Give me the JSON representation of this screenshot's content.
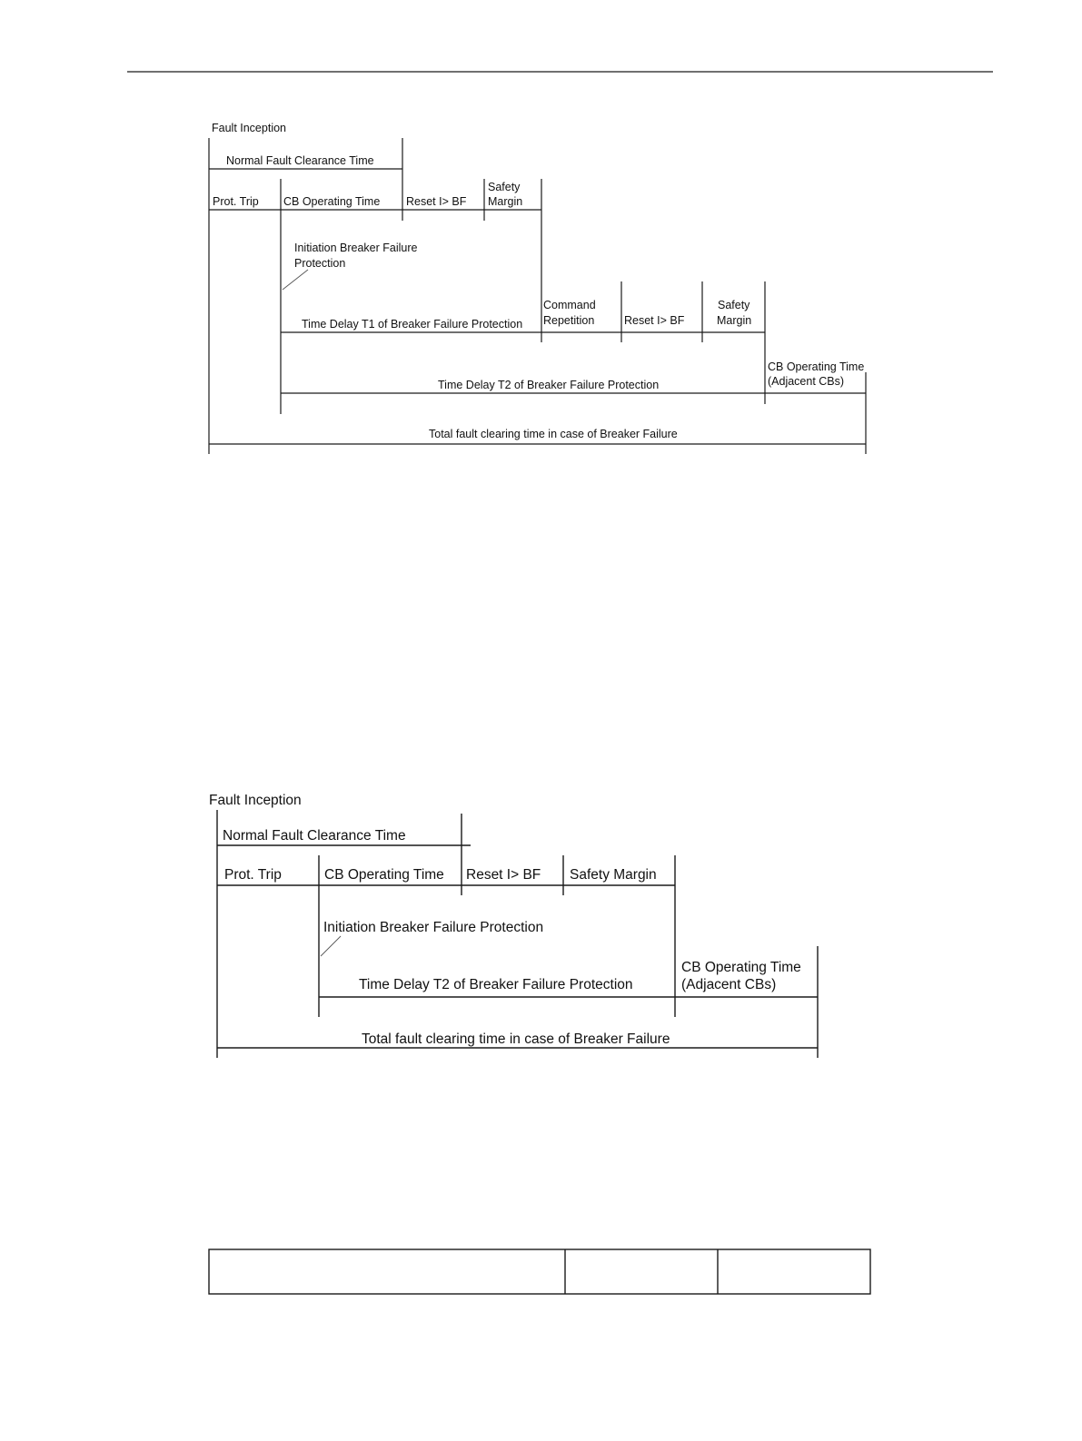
{
  "diagram1": {
    "fault_inception": "Fault Inception",
    "normal_fault_clearance": "Normal Fault Clearance Time",
    "prot_trip": "Prot. Trip",
    "cb_operating_time": "CB Operating Time",
    "reset_bf": "Reset I> BF",
    "safety_margin_line1": "Safety",
    "safety_margin_line2": "Margin",
    "initiation_line1": "Initiation Breaker Failure",
    "initiation_line2": "Protection",
    "time_delay_t1": "Time Delay T1 of Breaker Failure Protection",
    "command_rep_line1": "Command",
    "command_rep_line2": "Repetition",
    "reset_bf_2": "Reset I> BF",
    "safety_margin2_line1": "Safety",
    "safety_margin2_line2": "Margin",
    "cb_adjacent_line1": "CB Operating Time",
    "cb_adjacent_line2": "(Adjacent CBs)",
    "time_delay_t2": "Time Delay T2 of Breaker Failure Protection",
    "total_clearing": "Total fault clearing time in case of Breaker Failure"
  },
  "diagram2": {
    "fault_inception": "Fault Inception",
    "normal_fault_clearance": "Normal Fault Clearance Time",
    "prot_trip": "Prot. Trip",
    "cb_operating_time": "CB Operating Time",
    "reset_bf": "Reset I> BF",
    "safety_margin": "Safety Margin",
    "initiation": "Initiation Breaker Failure Protection",
    "time_delay_t2": "Time Delay T2 of Breaker Failure Protection",
    "cb_adjacent_line1": "CB Operating Time",
    "cb_adjacent_line2": "(Adjacent CBs)",
    "total_clearing": "Total fault clearing time in case of Breaker Failure"
  },
  "footer_table": {
    "cells": [
      "",
      "",
      ""
    ]
  }
}
